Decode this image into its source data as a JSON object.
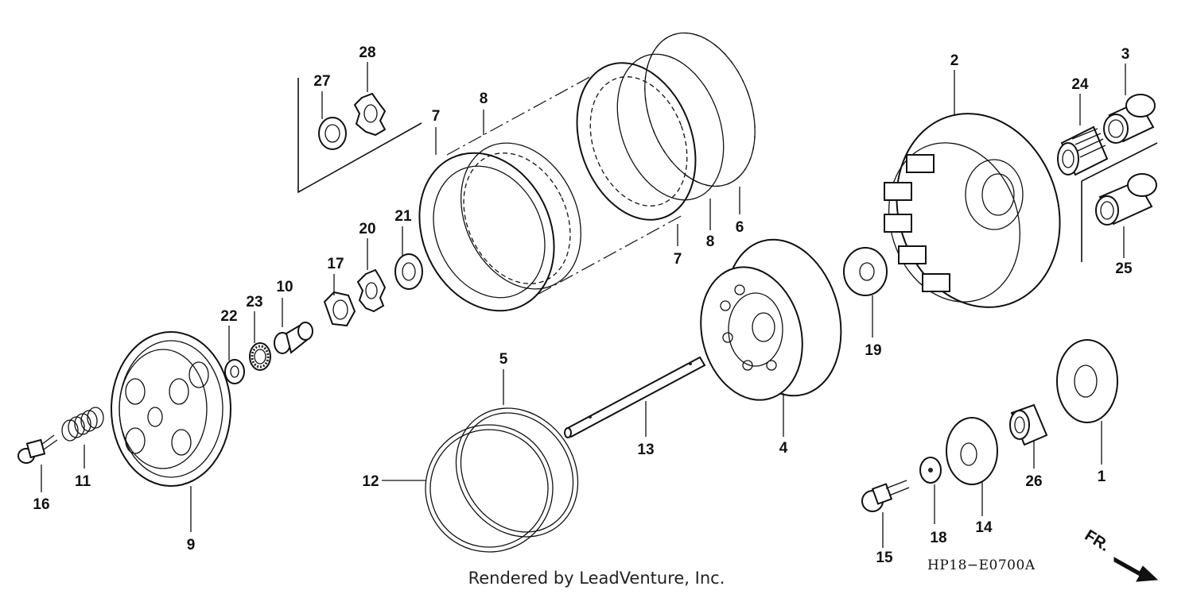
{
  "diagram": {
    "credit": "Rendered by LeadVenture, Inc.",
    "code": "HP18−E0700A",
    "front_label": "FR.",
    "callouts": [
      "1",
      "2",
      "3",
      "4",
      "5",
      "6",
      "7",
      "7",
      "8",
      "8",
      "9",
      "10",
      "11",
      "12",
      "13",
      "14",
      "15",
      "16",
      "17",
      "18",
      "19",
      "20",
      "21",
      "22",
      "23",
      "24",
      "25",
      "26",
      "27",
      "28"
    ]
  }
}
